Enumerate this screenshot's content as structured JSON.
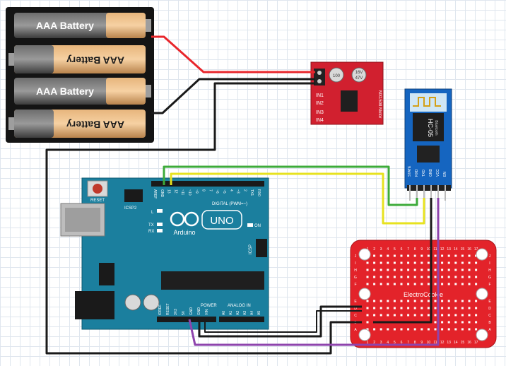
{
  "battery_pack": {
    "cells": [
      {
        "label": "AAA Battery",
        "flipped": false
      },
      {
        "label": "AAA Battery",
        "flipped": true
      },
      {
        "label": "AAA Battery",
        "flipped": false
      },
      {
        "label": "AAA Battery",
        "flipped": true
      }
    ]
  },
  "motor_driver": {
    "inputs": [
      "IN1",
      "IN2",
      "IN3",
      "IN4"
    ],
    "cap_labels": [
      "100",
      "16V",
      "47V"
    ],
    "side_text": "MX1508 Motor"
  },
  "hc05": {
    "title": "HC-05",
    "subtitle": "Bluetooth",
    "pins": [
      "STATE",
      "RXD",
      "TXD",
      "GND",
      "VCC",
      "EN"
    ]
  },
  "arduino": {
    "reset_label": "RESET",
    "icsp2_label": "ICSP2",
    "icsp_label": "ICSP",
    "brand": "Arduino",
    "model": "UNO",
    "led_labels": [
      "L",
      "TX",
      "RX",
      "ON"
    ],
    "digital_label": "DIGITAL (PWM=~)",
    "power_label": "POWER",
    "analog_label": "ANALOG IN",
    "power_pins": [
      "IOREF",
      "RESET",
      "3V3",
      "5V",
      "GND",
      "GND",
      "VIN"
    ],
    "analog_pins": [
      "A0",
      "A1",
      "A2",
      "A3",
      "A4",
      "A5"
    ],
    "digital_pins": [
      "AREF",
      "GND",
      "13",
      "12",
      "~11",
      "~10",
      "~9",
      "8",
      "7",
      "~6",
      "~5",
      "4",
      "~3",
      "2",
      "TX1",
      "RX0"
    ]
  },
  "breadboard": {
    "brand": "ElectroCookie",
    "row_letters_top": [
      "J",
      "I",
      "H",
      "G",
      "F"
    ],
    "row_letters_bottom": [
      "E",
      "D",
      "C",
      "B",
      "A"
    ],
    "columns": [
      "1",
      "2",
      "3",
      "4",
      "5",
      "6",
      "7",
      "8",
      "9",
      "10",
      "11",
      "12",
      "13",
      "14",
      "15",
      "16",
      "17"
    ]
  },
  "colors": {
    "arduino": "#1b7f9e",
    "driver": "#d1202f",
    "breadboard": "#e3232a",
    "hc05": "#1565c0",
    "wire_red": "#e8262b",
    "wire_black": "#1a1a1a",
    "wire_green": "#3dab3a",
    "wire_yellow": "#e7e21f",
    "wire_purple": "#8e44ad"
  }
}
